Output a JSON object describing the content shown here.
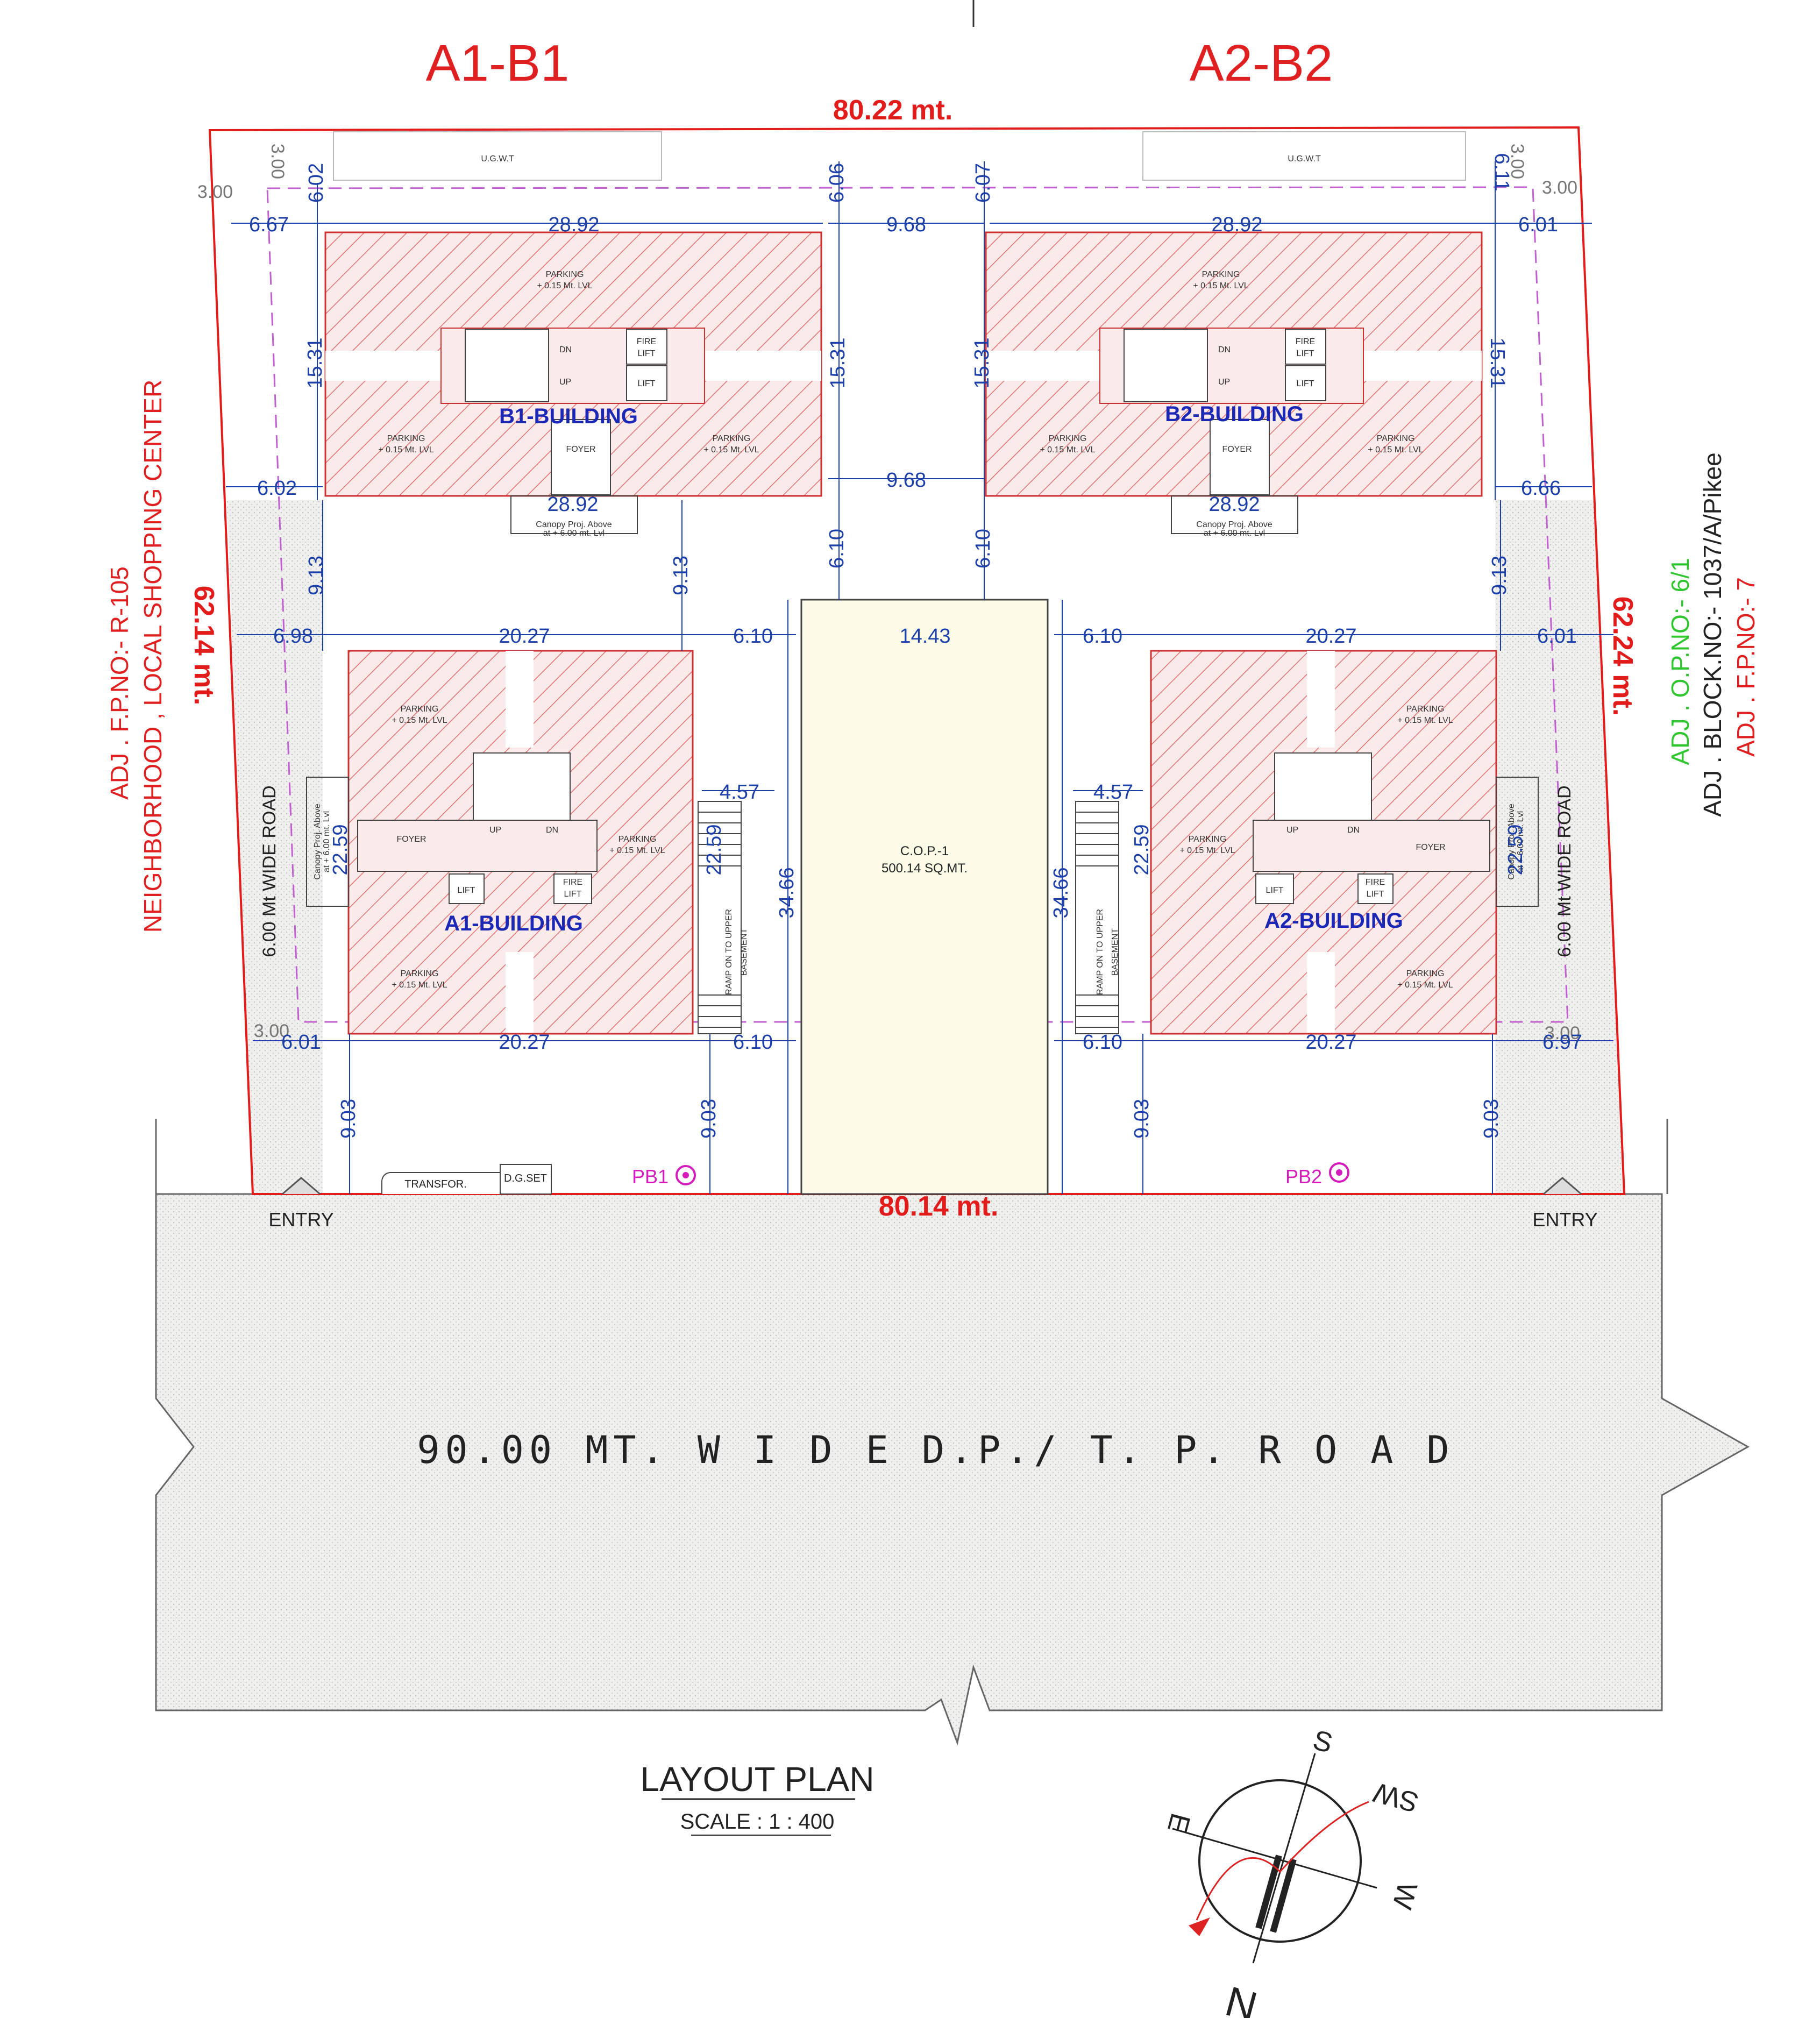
{
  "headers": {
    "left": "A1-B1",
    "right": "A2-B2"
  },
  "boundary": {
    "top": "80.22 mt.",
    "bottom": "80.14 mt.",
    "left": "62.14 mt.",
    "right": "62.24 mt."
  },
  "adjacent_left": {
    "line1": "ADJ . F.P.NO:- R-105",
    "line2": "NEIGHBORHOOD , LOCAL SHOPPING CENTER"
  },
  "adjacent_right": {
    "line1": "ADJ . O.P.NO:- 6/1",
    "line2": "ADJ . BLOCK.NO:- 1037/A/Pikee",
    "line3": "ADJ . F.P.NO:- 7"
  },
  "side_road_left": "6.00 Mt WIDE ROAD",
  "side_road_right": "6.00 Mt WIDE ROAD",
  "main_road": "90.00 MT.   W I D E  D.P./ T. P.  R O A D",
  "entry_left": "ENTRY",
  "entry_right": "ENTRY",
  "cop": {
    "name": "C.O.P.-1",
    "area": "500.14 SQ.MT."
  },
  "buildings": {
    "b1": "B1-BUILDING",
    "b2": "B2-BUILDING",
    "a1": "A1-BUILDING",
    "a2": "A2-BUILDING"
  },
  "labels": {
    "parking": "PARKING",
    "parking_lvl": "+ 0.15 Mt. LVL",
    "foyer": "FOYER",
    "lift": "LIFT",
    "fire_lift_1": "FIRE",
    "fire_lift_2": "LIFT",
    "up": "UP",
    "dn": "DN",
    "canopy_1": "Canopy Proj. Above",
    "canopy_2": "at + 6.00 mt. Lvl",
    "ugwt": "U.G.W.T",
    "ramp_1": "RAMP ON TO UPPER",
    "ramp_2": "BASEMENT",
    "transformer": "TRANSFOR.",
    "dg_set": "D.G.SET",
    "pb1": "PB1",
    "pb2": "PB2"
  },
  "dims": {
    "setback_300": "3.00",
    "d602": "6.02",
    "d606": "6.06",
    "d607": "6.07",
    "d611": "6.11",
    "d667": "6.67",
    "d2892": "28.92",
    "d968": "9.68",
    "d601": "6.01",
    "d1531": "15.31",
    "d666": "6.66",
    "d610": "6.10",
    "d913": "9.13",
    "d698": "6.98",
    "d2027": "20.27",
    "d1443": "14.43",
    "d457": "4.57",
    "d2259": "22.59",
    "d3466": "34.66",
    "d697": "6.97",
    "d903": "9.03"
  },
  "title": {
    "main": "LAYOUT PLAN",
    "scale": "SCALE : 1 : 400"
  },
  "compass": {
    "n": "N",
    "s": "S",
    "e": "E",
    "w": "W",
    "sw": "SW"
  },
  "colors": {
    "boundary": "#e21b1b",
    "dimension": "#1d3fa8",
    "building_name": "#1b27b5",
    "adj_green": "#2fc62f",
    "pb_marker": "#d41cbd",
    "cop_fill": "#fbfbe8"
  }
}
